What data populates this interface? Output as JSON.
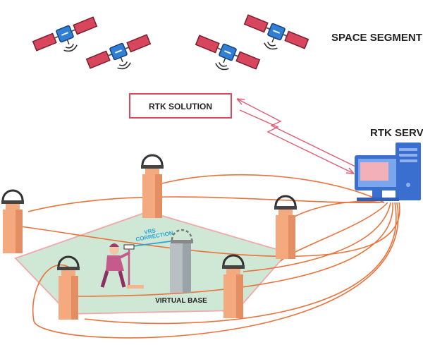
{
  "labels": {
    "space_segment": "SPACE SEGMENT",
    "rtk_solution": "RTK SOLUTION",
    "rtk_server": "RTK SERVER",
    "vrs": "VRS",
    "correction": "CORRECTION",
    "virtual_base": "VIRTUAL BASE"
  },
  "colors": {
    "satellite_body": "#2f7fd6",
    "satellite_panel": "#d8465e",
    "link": "#e05c70",
    "cable": "#e8733c",
    "area": "#cfe8d5",
    "station": "#f5a97e",
    "server_blue": "#3a6fd0",
    "label_box": "#d9485d",
    "vrs_text": "#2aa5d6"
  },
  "icons": [
    "satellite-icon",
    "signal-icon",
    "antenna-icon",
    "computer-icon",
    "surveyor-icon"
  ]
}
